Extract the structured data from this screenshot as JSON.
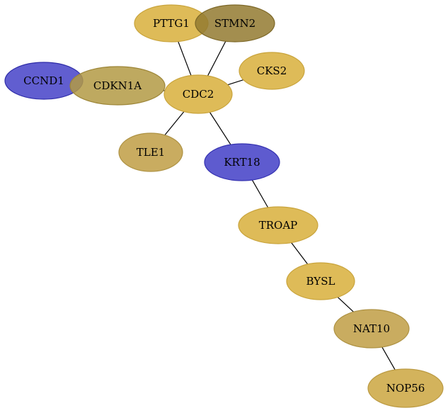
{
  "nodes": [
    {
      "id": "ccnd1",
      "label": "CCND1",
      "color": "#4b48c9",
      "border": "#2f2da8",
      "opacity": 0.88
    },
    {
      "id": "cdkn1a",
      "label": "CDKN1A",
      "color": "#b39a44",
      "border": "#9d8638",
      "opacity": 0.85
    },
    {
      "id": "pttg1",
      "label": "PTTG1",
      "color": "#dbb54a",
      "border": "#c9a43c",
      "opacity": 0.92
    },
    {
      "id": "stmn2",
      "label": "STMN2",
      "color": "#937a30",
      "border": "#7d6828",
      "opacity": 0.85
    },
    {
      "id": "cks2",
      "label": "CKS2",
      "color": "#dbb54a",
      "border": "#c9a43c",
      "opacity": 0.92
    },
    {
      "id": "cdc2",
      "label": "CDC2",
      "color": "#dbb54a",
      "border": "#c9a43c",
      "opacity": 0.92
    },
    {
      "id": "tle1",
      "label": "TLE1",
      "color": "#c4a552",
      "border": "#ae9243",
      "opacity": 0.92
    },
    {
      "id": "krt18",
      "label": "KRT18",
      "color": "#5552cc",
      "border": "#3532b0",
      "opacity": 0.95
    },
    {
      "id": "troap",
      "label": "TROAP",
      "color": "#dbb54a",
      "border": "#c9a43c",
      "opacity": 0.92
    },
    {
      "id": "bysl",
      "label": "BYSL",
      "color": "#dbb54a",
      "border": "#c9a43c",
      "opacity": 0.92
    },
    {
      "id": "nat10",
      "label": "NAT10",
      "color": "#c4a552",
      "border": "#ae9243",
      "opacity": 0.92
    },
    {
      "id": "nop56",
      "label": "NOP56",
      "color": "#cfac4e",
      "border": "#bb9a42",
      "opacity": 0.92
    }
  ],
  "edges": [
    {
      "source": "pttg1",
      "target": "cdc2"
    },
    {
      "source": "stmn2",
      "target": "cdc2"
    },
    {
      "source": "cks2",
      "target": "cdc2"
    },
    {
      "source": "cdkn1a",
      "target": "cdc2"
    },
    {
      "source": "tle1",
      "target": "cdc2"
    },
    {
      "source": "cdc2",
      "target": "krt18"
    },
    {
      "source": "krt18",
      "target": "troap"
    },
    {
      "source": "troap",
      "target": "bysl"
    },
    {
      "source": "bysl",
      "target": "nat10"
    },
    {
      "source": "nat10",
      "target": "nop56"
    }
  ]
}
